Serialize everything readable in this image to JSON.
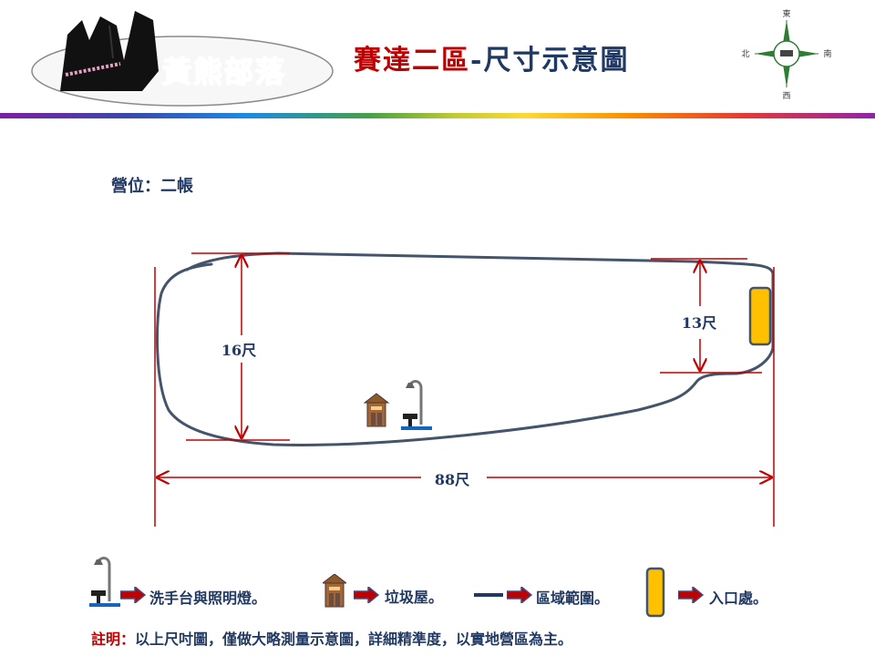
{
  "logo": {
    "text": "黃熊部落"
  },
  "title": {
    "part1": "賽達二區",
    "part2": "-尺寸示意圖"
  },
  "compass": {
    "north": "北",
    "south": "南",
    "east": "東",
    "west": "西"
  },
  "site": {
    "label": "營位：二帳"
  },
  "dimensions": {
    "left_height": "16尺",
    "right_height": "13尺",
    "length": "88尺"
  },
  "legend": {
    "items": [
      {
        "icon": "lamp-sink-icon",
        "label": "洗手台與照明燈。"
      },
      {
        "icon": "trash-house-icon",
        "label": "垃圾屋。"
      },
      {
        "icon": "boundary-line-icon",
        "label": "區域範圍。"
      },
      {
        "icon": "entrance-icon",
        "label": "入口處。"
      }
    ]
  },
  "note": {
    "label": "註明：",
    "text": "以上尺吋圖，僅做大略測量示意圖，詳細精準度，以實地營區為主。"
  },
  "colors": {
    "outline": "#44546a",
    "dimension": "#c00000",
    "entrance": "#ffc000",
    "arrow": "#c00000",
    "title_red": "#c00000",
    "title_navy": "#1f3864"
  }
}
